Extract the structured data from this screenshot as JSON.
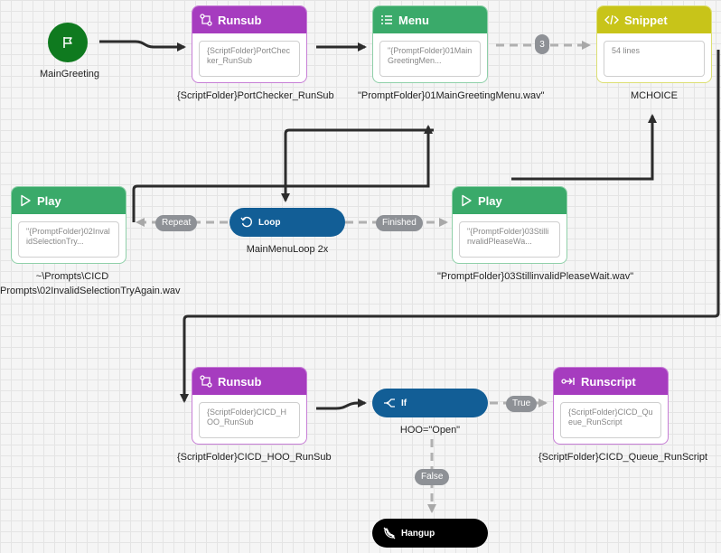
{
  "start": {
    "caption": "MainGreeting",
    "color": "#0f7a1f",
    "icon": "flag-icon"
  },
  "nodes": {
    "runsub1": {
      "title": "Runsub",
      "body": "{ScriptFolder}PortChecker_RunSub",
      "caption": "{ScriptFolder}PortChecker_RunSub",
      "icon": "branch-icon"
    },
    "menu": {
      "title": "Menu",
      "body": "\"{PromptFolder}01MainGreetingMen...",
      "caption": "\"PromptFolder}01MainGreetingMenu.wav\"",
      "icon": "list-icon"
    },
    "snippet": {
      "title": "Snippet",
      "body": "54 lines",
      "caption": "MCHOICE",
      "icon": "code-icon"
    },
    "play1": {
      "title": "Play",
      "body": "\"{PromptFolder}02InvalidSelectionTry...",
      "caption": "~\\Prompts\\CICD Prompts\\02InvalidSelectionTryAgain.wav",
      "icon": "play-icon"
    },
    "loop": {
      "title": "Loop",
      "caption": "MainMenuLoop 2x",
      "icon": "loop-icon"
    },
    "play2": {
      "title": "Play",
      "body": "\"{PromptFolder}03StillinvalidPleaseWa...",
      "caption": "\"PromptFolder}03StillinvalidPleaseWait.wav\"",
      "icon": "play-icon"
    },
    "runsub2": {
      "title": "Runsub",
      "body": "{ScriptFolder}CICD_HOO_RunSub",
      "caption": "{ScriptFolder}CICD_HOO_RunSub",
      "icon": "branch-icon"
    },
    "if": {
      "title": "If",
      "caption": "HOO=\"Open\"",
      "icon": "condition-icon"
    },
    "runscript": {
      "title": "Runscript",
      "body": "{ScriptFolder}CICD_Queue_RunScript",
      "caption": "{ScriptFolder}CICD_Queue_RunScript",
      "icon": "run-script-icon"
    },
    "hangup": {
      "title": "Hangup",
      "icon": "hangup-icon"
    }
  },
  "edges": {
    "menu_to_snippet": "3",
    "loop_repeat": "Repeat",
    "loop_finished": "Finished",
    "if_true": "True",
    "if_false": "False"
  },
  "colors": {
    "runsub": "#a63cbf",
    "menu": "#3aaa6a",
    "play": "#3aaa6a",
    "snippet": "#c8c419",
    "loop": "#125e96",
    "hangup": "#000000",
    "wire": "#2c2c2c",
    "dashed": "#b0b0b0"
  }
}
